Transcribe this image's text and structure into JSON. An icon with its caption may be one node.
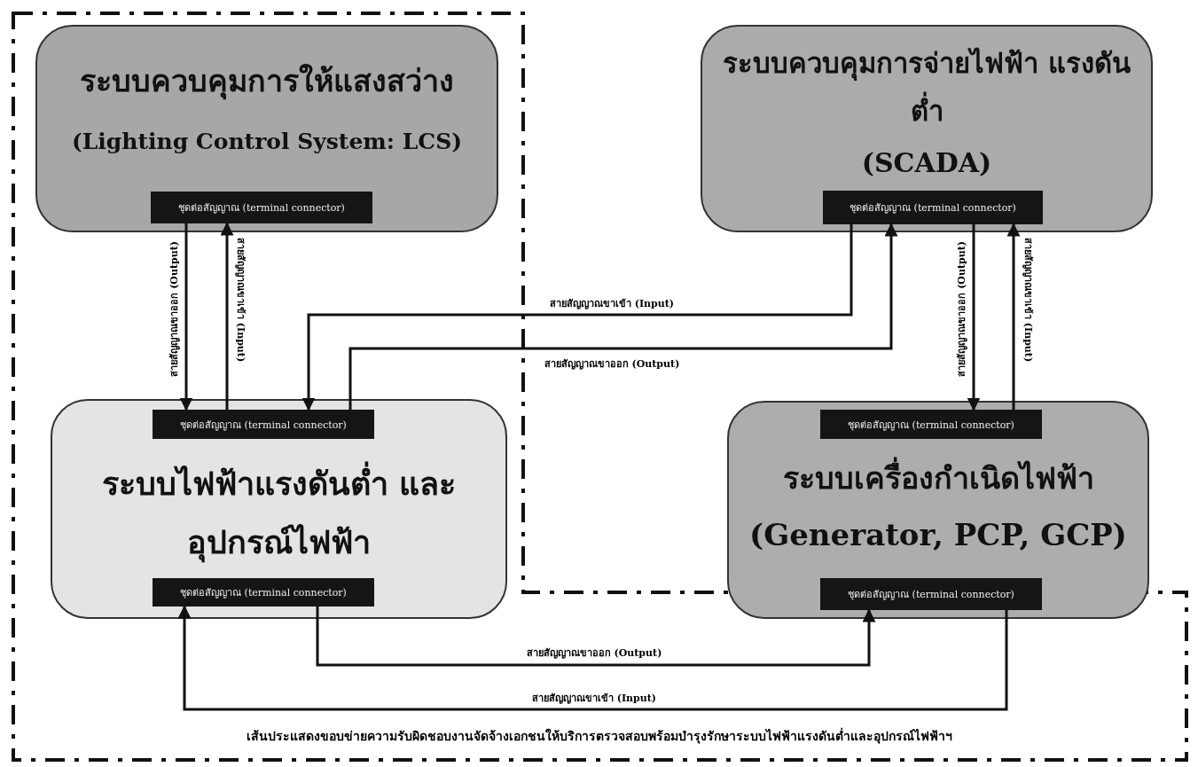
{
  "diagram": {
    "nodes": [
      {
        "text": [
          "ระบบควบคุมการให้แสงสว่าง",
          "(Lighting Control System: LCS)"
        ]
      },
      {
        "text": [
          "ชุดต่อสัญญาณ (terminal connector)"
        ],
        "in": 0
      },
      {
        "text": [
          "ระบบควบคุมการจ่ายไฟฟ้า แรงดันต่ำ",
          "(SCADA)"
        ]
      },
      {
        "text": [
          "ชุดต่อสัญญาณ (terminal connector)"
        ],
        "in": 2
      },
      {
        "text": [
          "ระบบไฟฟ้าแรงดันต่ำ และอุปกรณ์ไฟฟ้า"
        ]
      },
      {
        "text": [
          "ชุดต่อสัญญาณ (terminal connector)"
        ],
        "in": 4
      },
      {
        "text": [
          "ชุดต่อสัญญาณ (terminal connector)"
        ],
        "in": 4
      },
      {
        "text": [
          "ระบบเครื่องกำเนิดไฟฟ้า",
          "(Generator, PCP, GCP)"
        ]
      },
      {
        "text": [
          "ชุดต่อสัญญาณ (terminal connector)"
        ],
        "in": 7
      },
      {
        "text": [
          "ชุดต่อสัญญาณ (terminal connector)"
        ],
        "in": 7
      }
    ],
    "edges": [
      {
        "from": 1,
        "to": 5,
        "arrow": "to",
        "label": "สายสัญญาณขาออก (Output)"
      },
      {
        "from": 5,
        "to": 1,
        "arrow": "to",
        "label": "สายสัญญาณขาเข้า (Input)"
      },
      {
        "from": 3,
        "to": 5,
        "arrow": "to",
        "label": "สายสัญญาณขาเข้า (Input)"
      },
      {
        "from": 5,
        "to": 3,
        "arrow": "to",
        "label": "สายสัญญาณขาออก (Output)"
      },
      {
        "from": 3,
        "to": 8,
        "arrow": "to",
        "label": "สายสัญญาณขาออก (Output)"
      },
      {
        "from": 8,
        "to": 3,
        "arrow": "to",
        "label": "สายสัญญาณขาเข้า (Input)"
      },
      {
        "from": 6,
        "to": 9,
        "arrow": "to",
        "label": "สายสัญญาณขาออก (Output)"
      },
      {
        "from": 9,
        "to": 6,
        "arrow": "to",
        "label": "สายสัญญาณขาเข้า (Input)"
      }
    ],
    "labels": [
      "เส้นประแสดงขอบข่ายความรับผิดชอบงานจัดจ้างเอกชนให้บริการตรวจสอบพร้อมบำรุงรักษาระบบไฟฟ้าแรงดันต่ำและอุปกรณ์ไฟฟ้าฯ"
    ]
  }
}
